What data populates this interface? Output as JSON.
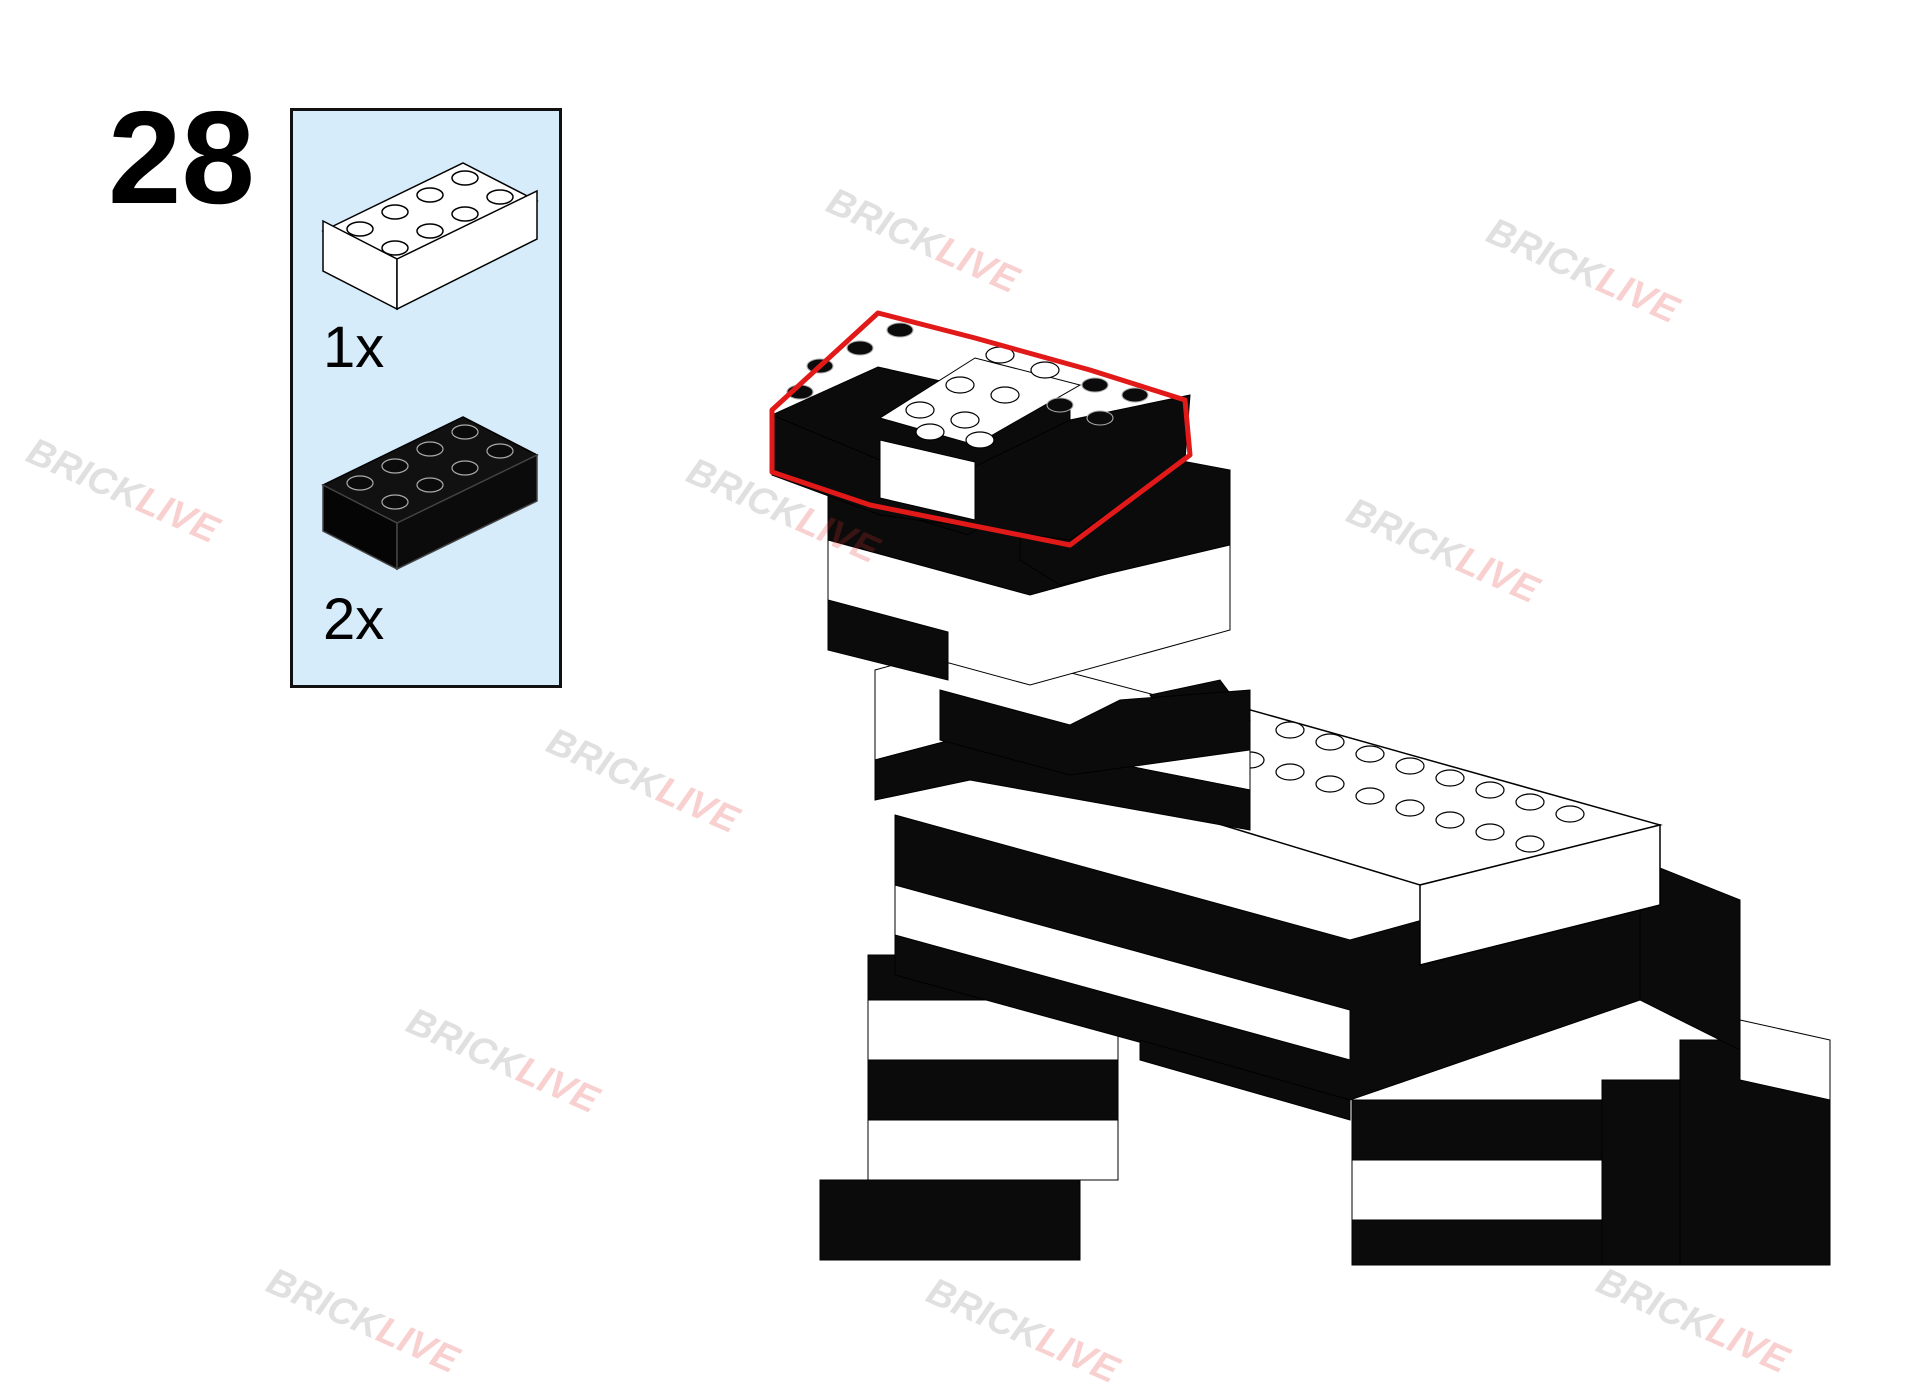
{
  "step": {
    "number": "28"
  },
  "parts": [
    {
      "name": "brick-2x4",
      "color": "#ffffff",
      "qty": "1x"
    },
    {
      "name": "brick-2x4",
      "color": "#0b0b0b",
      "qty": "2x"
    }
  ],
  "highlight_color": "#e11919",
  "panel_color": "#d6ecfb",
  "watermark": {
    "part1": "BRICK",
    "part2": "LIVE"
  }
}
